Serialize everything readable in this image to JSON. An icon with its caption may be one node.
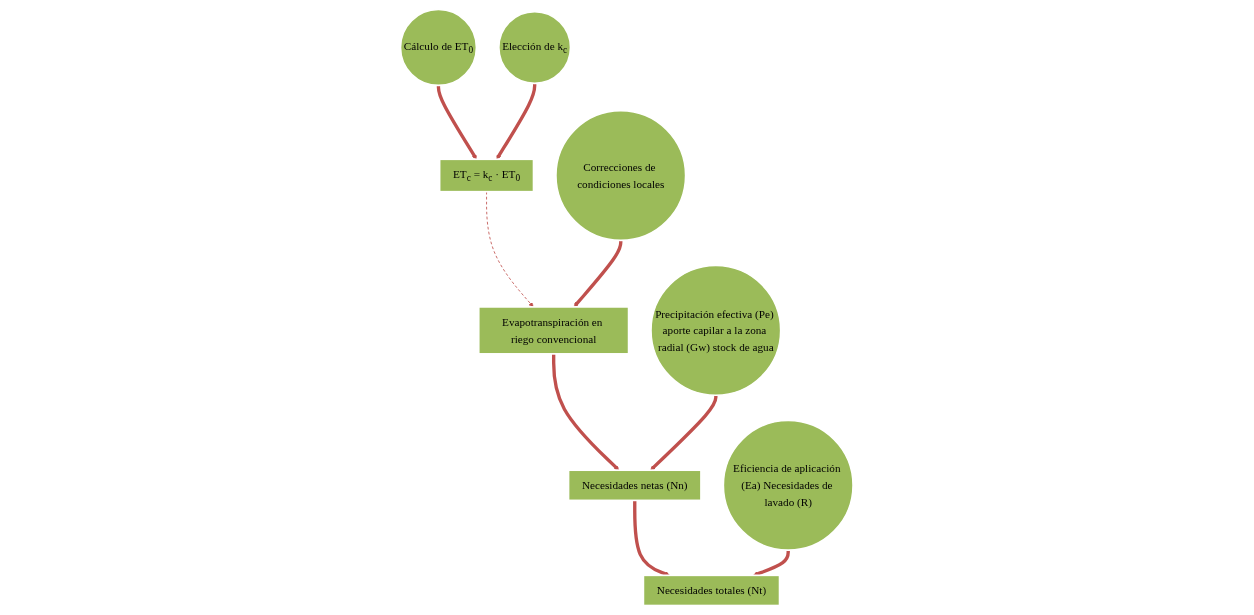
{
  "diagram": {
    "nodes": [
      {
        "text": [
          "Cálculo de ET$_{0}$"
        ]
      },
      {
        "text": [
          "ET$_{c}$ = k$_{c}$ · ET$_{0}$"
        ]
      },
      {
        "text": [
          "Elección de k$_{c}$"
        ]
      },
      {
        "text": [
          "Evapotranspiración en riego convencional"
        ]
      },
      {
        "text": [
          "Correcciones de condiciones locales"
        ]
      },
      {
        "text": [
          "Precipitación efectiva (Pe) aporte capilar a la zona radial (Gw) stock de agua"
        ]
      },
      {
        "text": [
          "Necesidades netas (Nn)"
        ]
      },
      {
        "text": [
          "Eficiencia de aplicación (Ea) Necesidades de lavado (R)"
        ]
      },
      {
        "text": [
          "Necesidades totales (Nt)"
        ]
      }
    ],
    "edges": [
      {
        "from": 0,
        "to": 1,
        "arrow": "to"
      },
      {
        "from": 2,
        "to": 1,
        "arrow": "to"
      },
      {
        "from": 1,
        "to": 3,
        "arrow": "to",
        "style": "dashed"
      },
      {
        "from": 4,
        "to": 3,
        "arrow": "to"
      },
      {
        "from": 3,
        "to": 6,
        "arrow": "to"
      },
      {
        "from": 5,
        "to": 6,
        "arrow": "to"
      },
      {
        "from": 6,
        "to": 8,
        "arrow": "to"
      },
      {
        "from": 7,
        "to": 8,
        "arrow": "to"
      }
    ]
  }
}
